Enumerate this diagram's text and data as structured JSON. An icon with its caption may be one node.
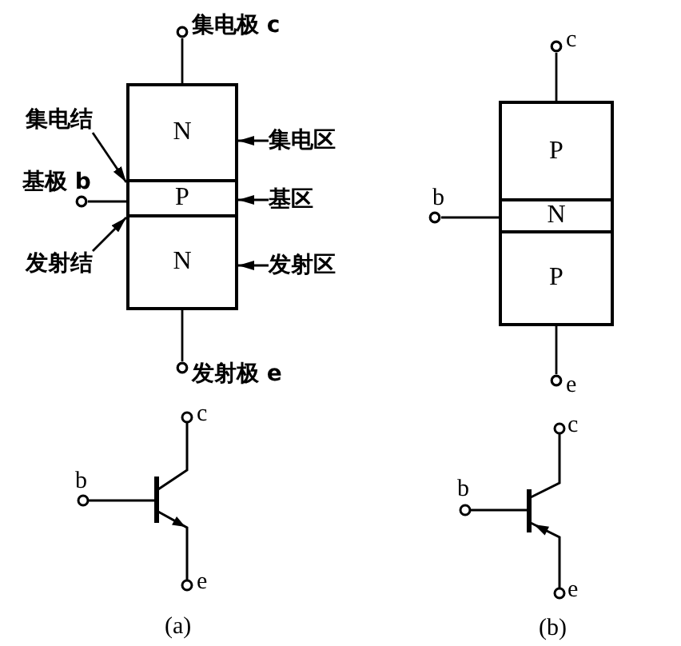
{
  "diagram": {
    "nodes": [
      {
        "text": [
          "集电极 c"
        ]
      },
      {
        "text": [
          "N"
        ]
      },
      {
        "text": [
          "集电结"
        ]
      },
      {
        "text": [
          "集电区"
        ]
      },
      {
        "text": [
          "基极 b"
        ]
      },
      {
        "text": [
          "P"
        ]
      },
      {
        "text": [
          "基区"
        ]
      },
      {
        "text": [
          "发射结"
        ]
      },
      {
        "text": [
          "N"
        ]
      },
      {
        "text": [
          "发射区"
        ]
      },
      {
        "text": [
          "发射极 e"
        ]
      },
      {
        "text": [
          "c"
        ]
      },
      {
        "text": [
          "P"
        ]
      },
      {
        "text": [
          "b"
        ]
      },
      {
        "text": [
          "N"
        ]
      },
      {
        "text": [
          "P"
        ]
      },
      {
        "text": [
          "e"
        ]
      }
    ],
    "edges": [
      {
        "from": 0,
        "to": 1,
        "arrow": "none"
      },
      {
        "from": 2,
        "to": 5,
        "arrow": "to"
      },
      {
        "from": 3,
        "to": 1,
        "arrow": "to"
      },
      {
        "from": 4,
        "to": 5,
        "arrow": "none"
      },
      {
        "from": 6,
        "to": 5,
        "arrow": "to"
      },
      {
        "from": 7,
        "to": 5,
        "arrow": "to"
      },
      {
        "from": 9,
        "to": 8,
        "arrow": "to"
      },
      {
        "from": 8,
        "to": 10,
        "arrow": "none"
      },
      {
        "from": 11,
        "to": 12,
        "arrow": "none"
      },
      {
        "from": 13,
        "to": 14,
        "arrow": "none"
      },
      {
        "from": 15,
        "to": 16,
        "arrow": "none"
      }
    ],
    "labels": [
      "c",
      "b",
      "e",
      "(a)",
      "c",
      "b",
      "e",
      "(b)"
    ]
  }
}
